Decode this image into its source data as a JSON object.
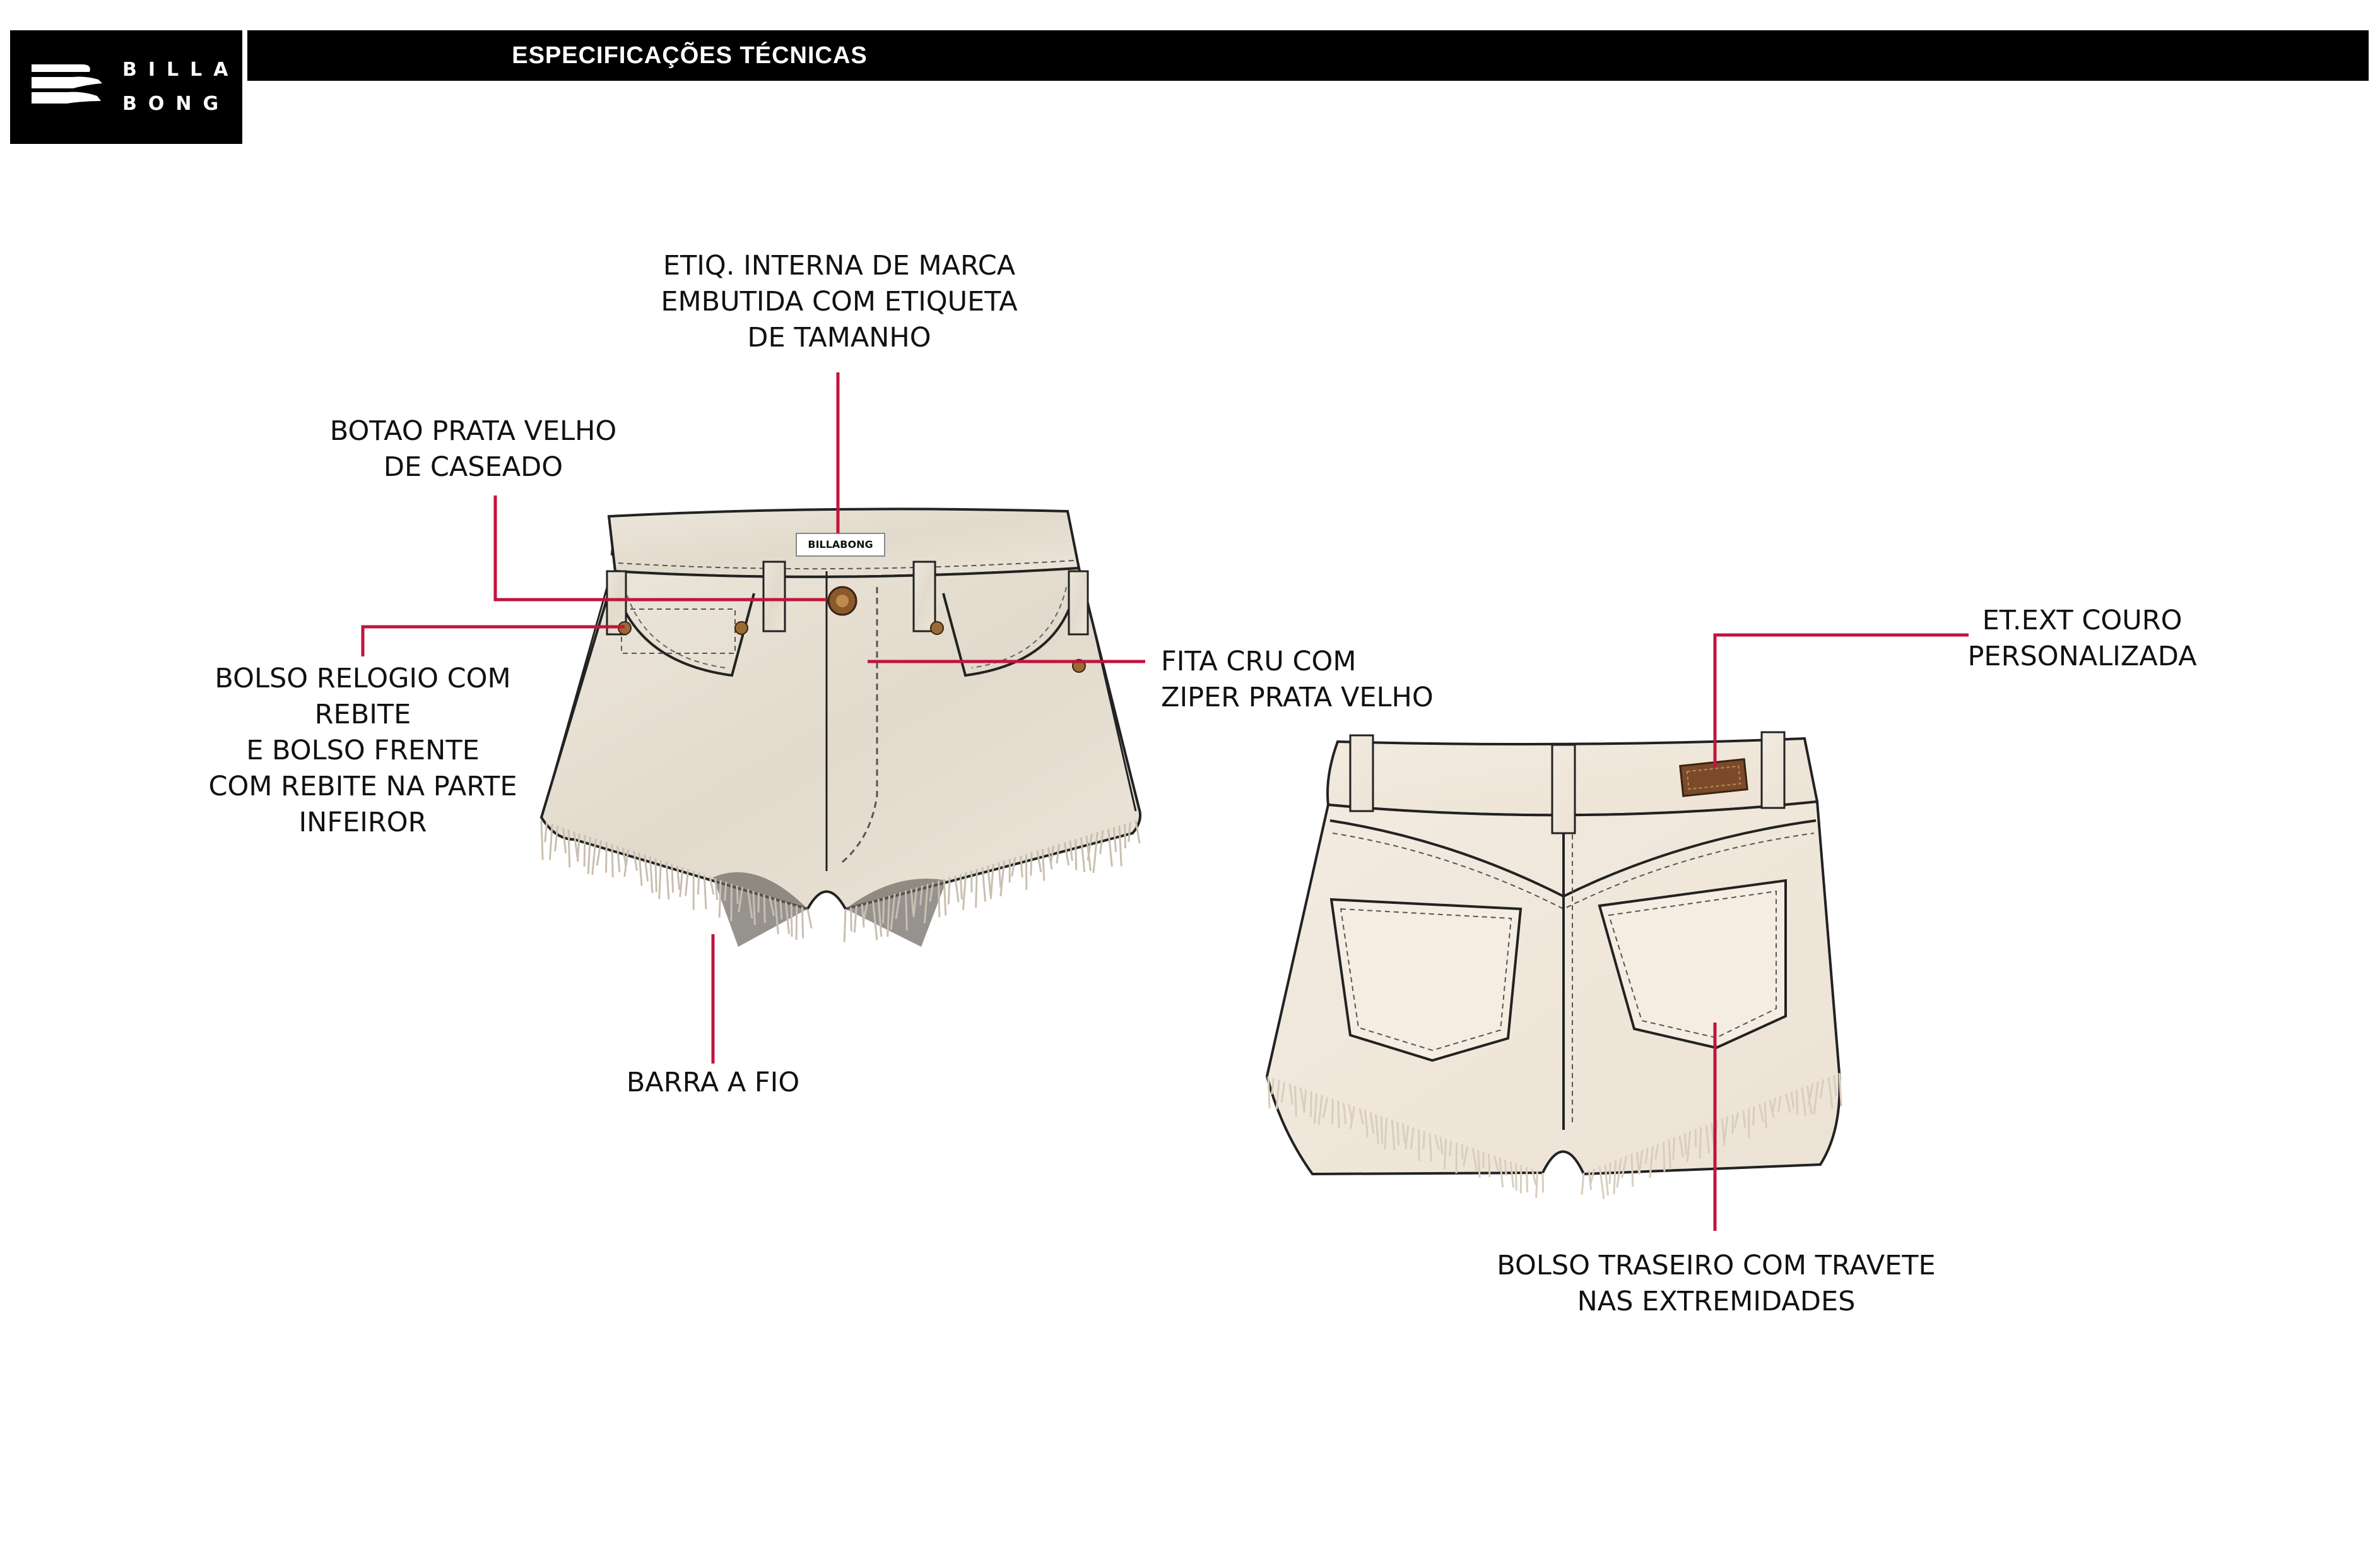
{
  "brand": {
    "logo_line1": "BILLA",
    "logo_line2": "BONG",
    "waistband_tag": "BILLABONG"
  },
  "header": {
    "title": "ESPECIFICAÇÕES TÉCNICAS"
  },
  "callouts": {
    "internal_label": [
      "ETIQ. INTERNA DE MARCA",
      "EMBUTIDA COM ETIQUETA",
      "DE TAMANHO"
    ],
    "button": [
      "BOTAO PRATA VELHO",
      "DE CASEADO"
    ],
    "watch_pocket": [
      "BOLSO RELOGIO COM",
      "REBITE",
      "E BOLSO FRENTE",
      "COM REBITE NA PARTE",
      "INFEIROR"
    ],
    "zipper": [
      "FITA CRU COM",
      "ZIPER PRATA VELHO"
    ],
    "hem": [
      "BARRA A FIO"
    ],
    "leather_patch": [
      "ET.EXT COURO",
      "PERSONALIZADA"
    ],
    "back_pocket": [
      "BOLSO TRASEIRO COM TRAVETE",
      "NAS EXTREMIDADES"
    ]
  },
  "colors": {
    "leader_line": "#c0143c",
    "denim_front": "#e6dfd2",
    "denim_back": "#efe6da",
    "header_bg": "#000000",
    "leather": "#7a4a2a"
  },
  "icons": {
    "logo": "billabong-wave-icon"
  }
}
